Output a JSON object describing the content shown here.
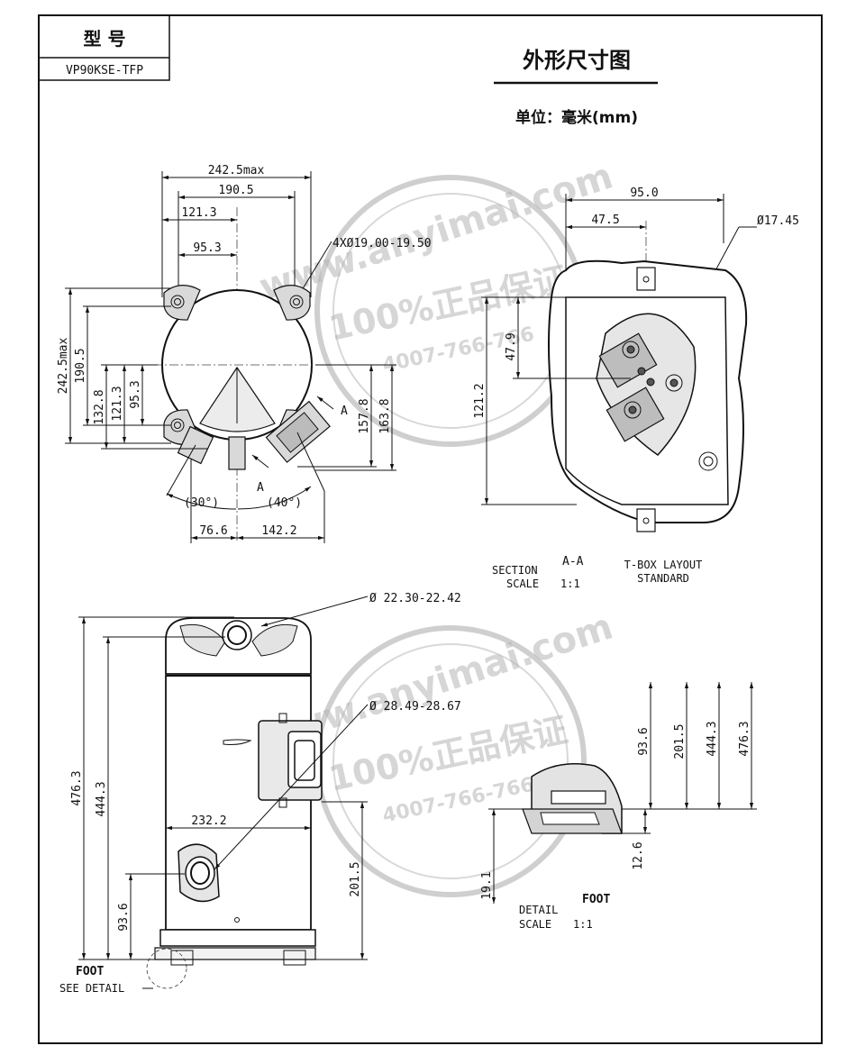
{
  "header": {
    "model_label": "型 号",
    "model_value": "VP90KSE-TFP",
    "title": "外形尺寸图",
    "unit": "单位：毫米(mm)"
  },
  "top_view": {
    "d_242_5max_h": "242.5max",
    "d_190_5_h": "190.5",
    "d_121_3_h": "121.3",
    "d_95_3_h": "95.3",
    "holes": "4XØ19.00-19.50",
    "d_242_5max_v": "242.5max",
    "d_190_5_v": "190.5",
    "d_132_8_v": "132.8",
    "d_121_3_v": "121.3",
    "d_95_3_v": "95.3",
    "d_157_8": "157.8",
    "d_163_8": "163.8",
    "angle_30": "(30°)",
    "angle_40": "(40°)",
    "d_76_6": "76.6",
    "d_142_2": "142.2",
    "section_mark_top": "A",
    "section_mark_bottom": "A"
  },
  "tbox": {
    "d_95_0": "95.0",
    "d_47_5": "47.5",
    "d_17_45": "Ø17.45",
    "d_47_9": "47.9",
    "d_121_2": "121.2",
    "section_label": "SECTION",
    "section_id": "A-A",
    "scale_label": "SCALE",
    "scale_value": "1:1",
    "layout_title": "T-BOX LAYOUT",
    "layout_sub": "STANDARD"
  },
  "front_view": {
    "d_22_30": "Ø 22.30-22.42",
    "d_28_49": "Ø 28.49-28.67",
    "d_476_3": "476.3",
    "d_444_3": "444.3",
    "d_232_2": "232.2",
    "d_201_5": "201.5",
    "d_93_6": "93.6",
    "foot": "FOOT",
    "see_detail": "SEE DETAIL"
  },
  "detail": {
    "d_93_6": "93.6",
    "d_201_5": "201.5",
    "d_444_3": "444.3",
    "d_476_3": "476.3",
    "d_12_6": "12.6",
    "d_19_1": "19.1",
    "foot": "FOOT",
    "detail_label": "DETAIL",
    "scale_label": "SCALE",
    "scale_value": "1:1"
  },
  "watermark": {
    "url": "www.anyimai.com",
    "slogan": "100%正品保证",
    "phone": "4007-766-766"
  }
}
